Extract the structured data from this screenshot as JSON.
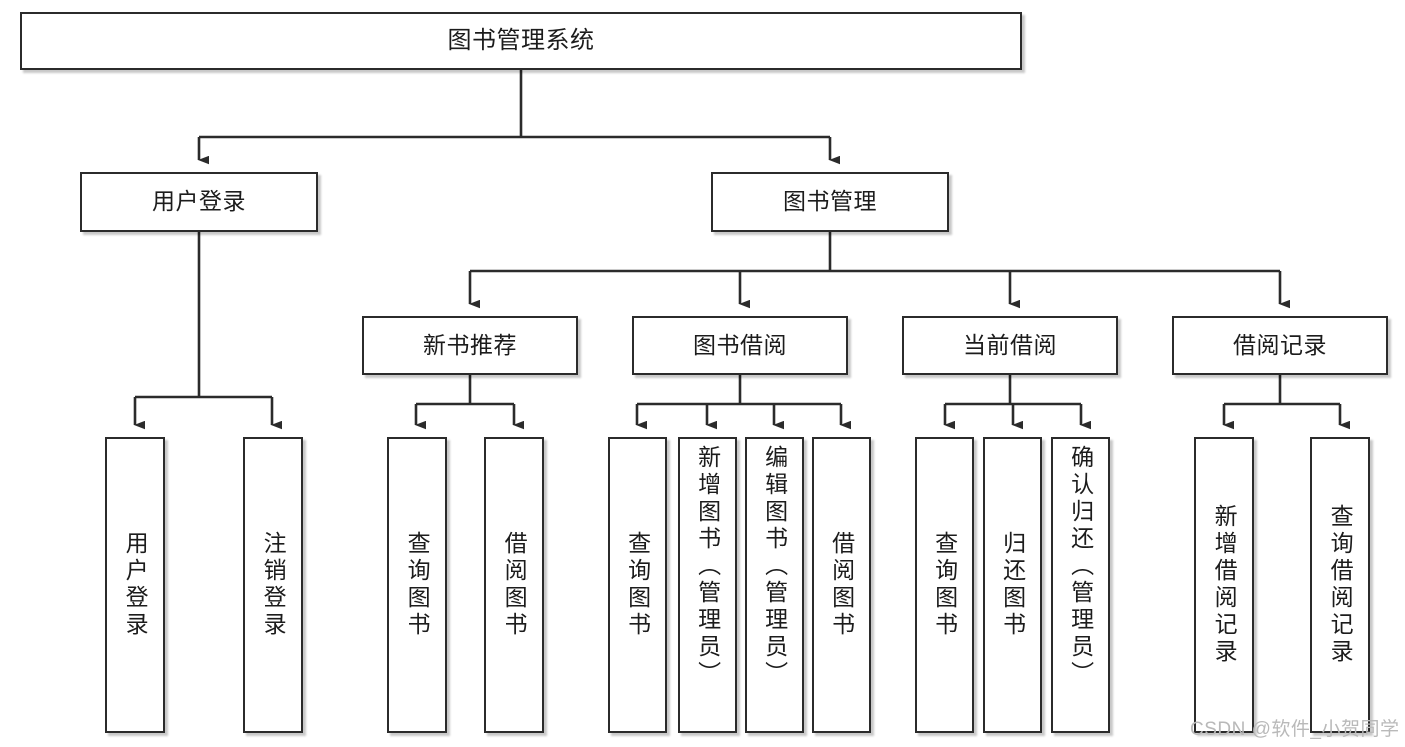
{
  "diagram": {
    "title": "图书管理系统",
    "type": "tree-hierarchy-chart",
    "watermark": "CSDN @软件_小贺同学",
    "colors": {
      "box_border": "#2b2b2b",
      "box_fill": "#ffffff",
      "connector": "#2b2b2b",
      "text": "#1c1c1c",
      "watermark": "#b9b9b9",
      "background": "#ffffff"
    },
    "levels": {
      "root": {
        "label": "图书管理系统"
      },
      "level2": [
        {
          "label": "用户登录"
        },
        {
          "label": "图书管理"
        }
      ],
      "level3": [
        {
          "label": "新书推荐"
        },
        {
          "label": "图书借阅"
        },
        {
          "label": "当前借阅"
        },
        {
          "label": "借阅记录"
        }
      ],
      "leaves": {
        "user_login": [
          {
            "label": "用户登录"
          },
          {
            "label": "注销登录"
          }
        ],
        "new_book_recommend": [
          {
            "label": "查询图书"
          },
          {
            "label": "借阅图书"
          }
        ],
        "book_borrow": [
          {
            "label": "查询图书"
          },
          {
            "label": "新增图书（管理员）"
          },
          {
            "label": "编辑图书（管理员）"
          },
          {
            "label": "借阅图书"
          }
        ],
        "current_borrow": [
          {
            "label": "查询图书"
          },
          {
            "label": "归还图书"
          },
          {
            "label": "确认归还（管理员）"
          }
        ],
        "borrow_record": [
          {
            "label": "新增借阅记录"
          },
          {
            "label": "查询借阅记录"
          }
        ]
      }
    }
  }
}
